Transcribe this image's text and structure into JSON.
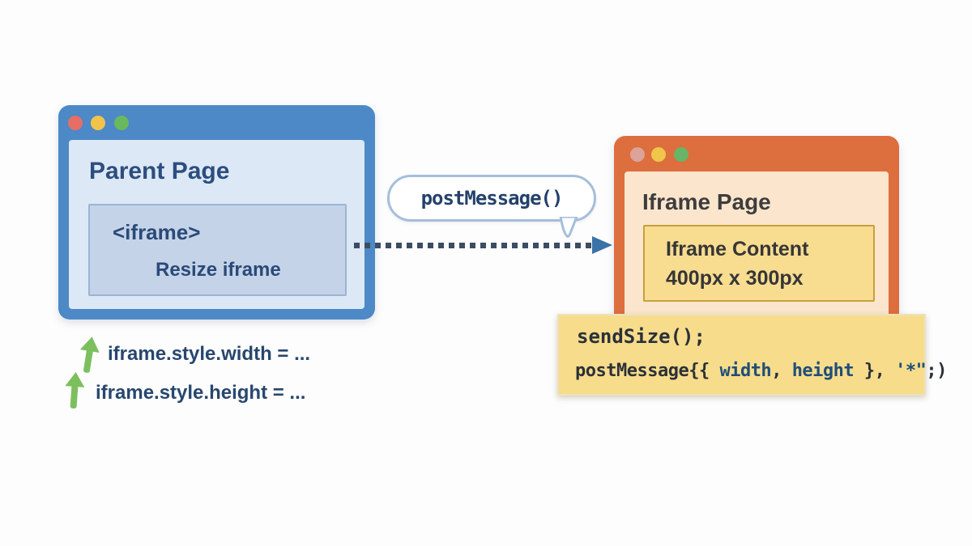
{
  "background": "#fdfdfe",
  "parent_window": {
    "title": "Parent Page",
    "frame_color": "#4c89c6",
    "body_color": "#dce8f5",
    "traffic_lights": [
      {
        "name": "close",
        "color": "#e66e66"
      },
      {
        "name": "minimize",
        "color": "#f2c34a"
      },
      {
        "name": "zoom",
        "color": "#69b85e"
      }
    ],
    "iframe_box": {
      "tag": "<iframe>",
      "label": "Resize iframe",
      "fill": "#c5d3e8",
      "border_color": "#9cb3d3"
    }
  },
  "bubble": {
    "label": "postMessage()",
    "border_color": "#a5bedb",
    "text_color": "#24416b"
  },
  "arrow": {
    "dash_color": "#3c4d63",
    "head_color": "#3b72a8"
  },
  "iframe_window": {
    "title": "Iframe Page",
    "frame_color": "#dd6e3e",
    "body_color": "#fbe5cd",
    "traffic_lights": [
      {
        "name": "close",
        "color": "#dca39a"
      },
      {
        "name": "minimize",
        "color": "#f0c64a"
      },
      {
        "name": "zoom",
        "color": "#68b567"
      }
    ],
    "content_box": {
      "line1": "Iframe Content",
      "line2": "400px x 300px",
      "fill": "#f8dc90",
      "border_color": "#c7a03c"
    }
  },
  "code_box": {
    "fill": "#f7dc8c",
    "border_color": "#ece2c0",
    "line1": "sendSize();",
    "line2_segments": [
      {
        "text": "postMessage{",
        "type": "plain"
      },
      {
        "text": "{ ",
        "type": "plain"
      },
      {
        "text": "width",
        "type": "keyword"
      },
      {
        "text": ", ",
        "type": "plain"
      },
      {
        "text": "height",
        "type": "keyword"
      },
      {
        "text": " }, ",
        "type": "plain"
      },
      {
        "text": "'*\"",
        "type": "keyword"
      },
      {
        "text": ";)",
        "type": "plain"
      }
    ]
  },
  "resize_notes": {
    "arrow_color": "#7cc05e",
    "line1": "iframe.style.width = ...",
    "line2": "iframe.style.height = ..."
  }
}
